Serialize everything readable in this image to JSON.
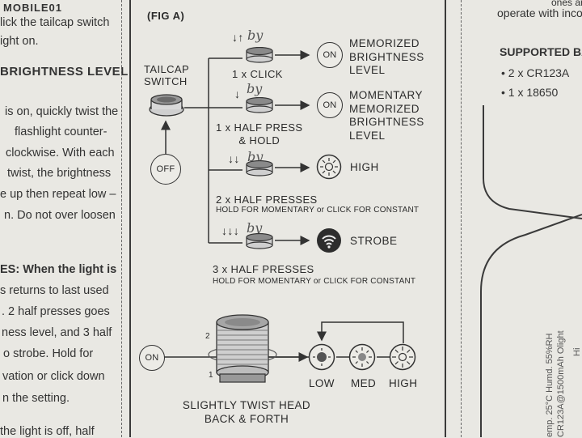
{
  "watermark": "MOBILE01",
  "left_column": {
    "lines": [
      "lick the tailcap switch",
      "ight on.",
      "BRIGHTNESS LEVEL",
      "is on, quickly twist the",
      "flashlight counter-",
      "clockwise. With each",
      "twist, the brightness",
      "e up then repeat low –",
      "n. Do not over loosen",
      "ES: When the light is",
      "s returns to last used",
      ". 2 half presses goes",
      "ness level, and 3 half",
      "o strobe. Hold for",
      "vation or click down",
      "n the setting.",
      "the light is off, half"
    ]
  },
  "figure": {
    "title": "(FIG A)",
    "tailcap_label_1": "TAILCAP",
    "tailcap_label_2": "SWITCH",
    "off_label": "OFF",
    "on_label": "ON",
    "rows": [
      {
        "press_label": "1 x CLICK",
        "result": "ON",
        "desc": [
          "MEMORIZED",
          "BRIGHTNESS",
          "LEVEL"
        ],
        "arrows": "↓↑"
      },
      {
        "press_label": "1 x HALF PRESS",
        "press_label_2": "& HOLD",
        "result": "ON",
        "desc": [
          "MOMENTARY",
          "MEMORIZED",
          "BRIGHTNESS",
          "LEVEL"
        ],
        "arrows": "↓"
      },
      {
        "press_label": "2 x HALF PRESSES",
        "sub": "HOLD FOR MOMENTARY or CLICK FOR CONSTANT",
        "desc": [
          "HIGH"
        ],
        "arrows": "↓↓"
      },
      {
        "press_label": "3 x HALF PRESSES",
        "sub": "HOLD FOR MOMENTARY or CLICK FOR CONSTANT",
        "desc": [
          "STROBE"
        ],
        "arrows": "↓↓↓"
      }
    ],
    "handwritten": "by",
    "twist_on": "ON",
    "twist_label_1": "SLIGHTLY TWIST HEAD",
    "twist_label_2": "BACK & FORTH",
    "head_num_1": "1",
    "head_num_2": "2",
    "levels": [
      "LOW",
      "MED",
      "HIGH"
    ]
  },
  "right_column": {
    "top_1": "ones are",
    "top_2": "operate with incorrec",
    "supported": "SUPPORTED BATT",
    "items": [
      "• 2 x CR123A",
      "• 1 x 18650"
    ],
    "vertical_1": "emp. 25°C Humd. 55%RH",
    "vertical_2": "CR123A@1500mAh Olight",
    "vertical_3": "Hi"
  }
}
